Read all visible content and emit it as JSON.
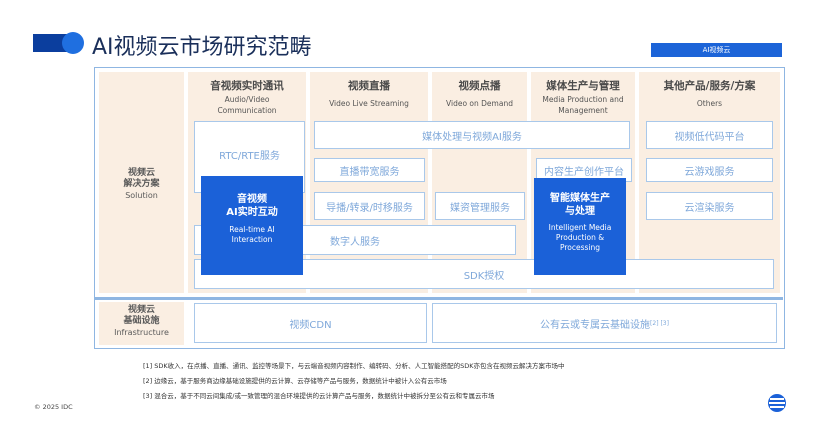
{
  "title": "AI视频云市场研究范畴",
  "tag": "AI视频云",
  "columns": [
    {
      "cn": "音视频实时通讯",
      "en": [
        "Audio/Video",
        "Communication"
      ]
    },
    {
      "cn": "视频直播",
      "en": [
        "Video Live Streaming"
      ]
    },
    {
      "cn": "视频点播",
      "en": [
        "Video on Demand"
      ]
    },
    {
      "cn": "媒体生产与管理",
      "en": [
        "Media Production and",
        "Management"
      ]
    },
    {
      "cn": "其他产品/服务/方案",
      "en": [
        "Others"
      ]
    }
  ],
  "rows": {
    "solution": {
      "cn1": "视频云",
      "cn2": "解决方案",
      "en": "Solution"
    },
    "infra": {
      "cn1": "视频云",
      "cn2": "基础设施",
      "en": "Infrastructure"
    }
  },
  "boxes": {
    "rtc": "RTC/RTE服务",
    "media_ai": "媒体处理与视频AI服务",
    "live_bw": "直播带宽服务",
    "transcode": "导播/转录/时移服务",
    "asset": "媒资管理服务",
    "content": "内容生产创作平台",
    "lowcode": "视频低代码平台",
    "cloud_game": "云游戏服务",
    "cloud_render": "云渲染服务",
    "digital_human": "数字人服务",
    "sdk": "SDK授权",
    "cdn": "视频CDN",
    "public_cloud": "公有云或专属云基础设施",
    "public_cloud_sup": "[2] [3]"
  },
  "highlights": {
    "rt": {
      "cn1": "音视频",
      "cn2": "AI实时互动",
      "en1": "Real-time AI",
      "en2": "Interaction"
    },
    "media": {
      "cn1": "智能媒体生产",
      "cn2": "与处理",
      "en1": "Intelligent Media",
      "en2": "Production &",
      "en3": "Processing"
    }
  },
  "notes": [
    "[1] SDK收入，在点播、直播、通讯、监控等场景下，与云端音视频内容制作、编转码、分析、人工智能搭配的SDK亦包含在视频云解决方案市场中",
    "[2] 边缘云，基于服务商边缘基础设施提供的云计算、云存储等产品与服务，数据统计中被计入公有云市场",
    "[3] 混合云，基于不同云间集成/或一致管理的混合环境提供的云计算产品与服务，数据统计中被拆分至公有云和专属云市场"
  ],
  "copyright": "© 2025 IDC",
  "colors": {
    "accent": "#1b61d8",
    "navy": "#0b3e9e",
    "cell": "#faeee2",
    "box_text": "#7fa8da"
  }
}
